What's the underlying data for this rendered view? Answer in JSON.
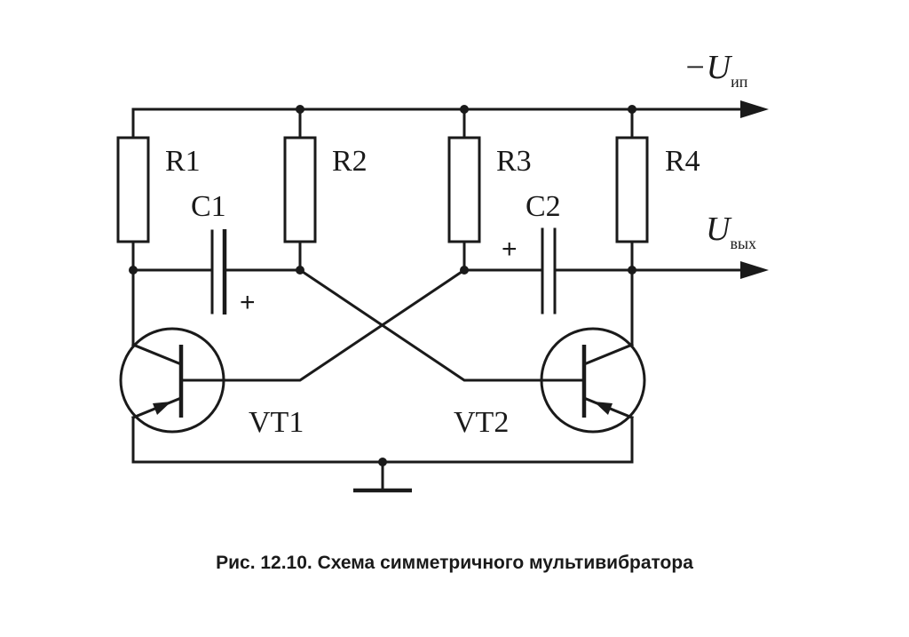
{
  "diagram": {
    "labels": {
      "r1": "R1",
      "r2": "R2",
      "r3": "R3",
      "r4": "R4",
      "c1": "C1",
      "c2": "C2",
      "vt1": "VT1",
      "vt2": "VT2",
      "plus_c1": "+",
      "plus_c2": "+",
      "supply_main": "−U",
      "supply_sub": "ип",
      "output_main": "U",
      "output_sub": "вых"
    }
  },
  "caption": "Рис. 12.10. Схема симметричного мультивибратора"
}
